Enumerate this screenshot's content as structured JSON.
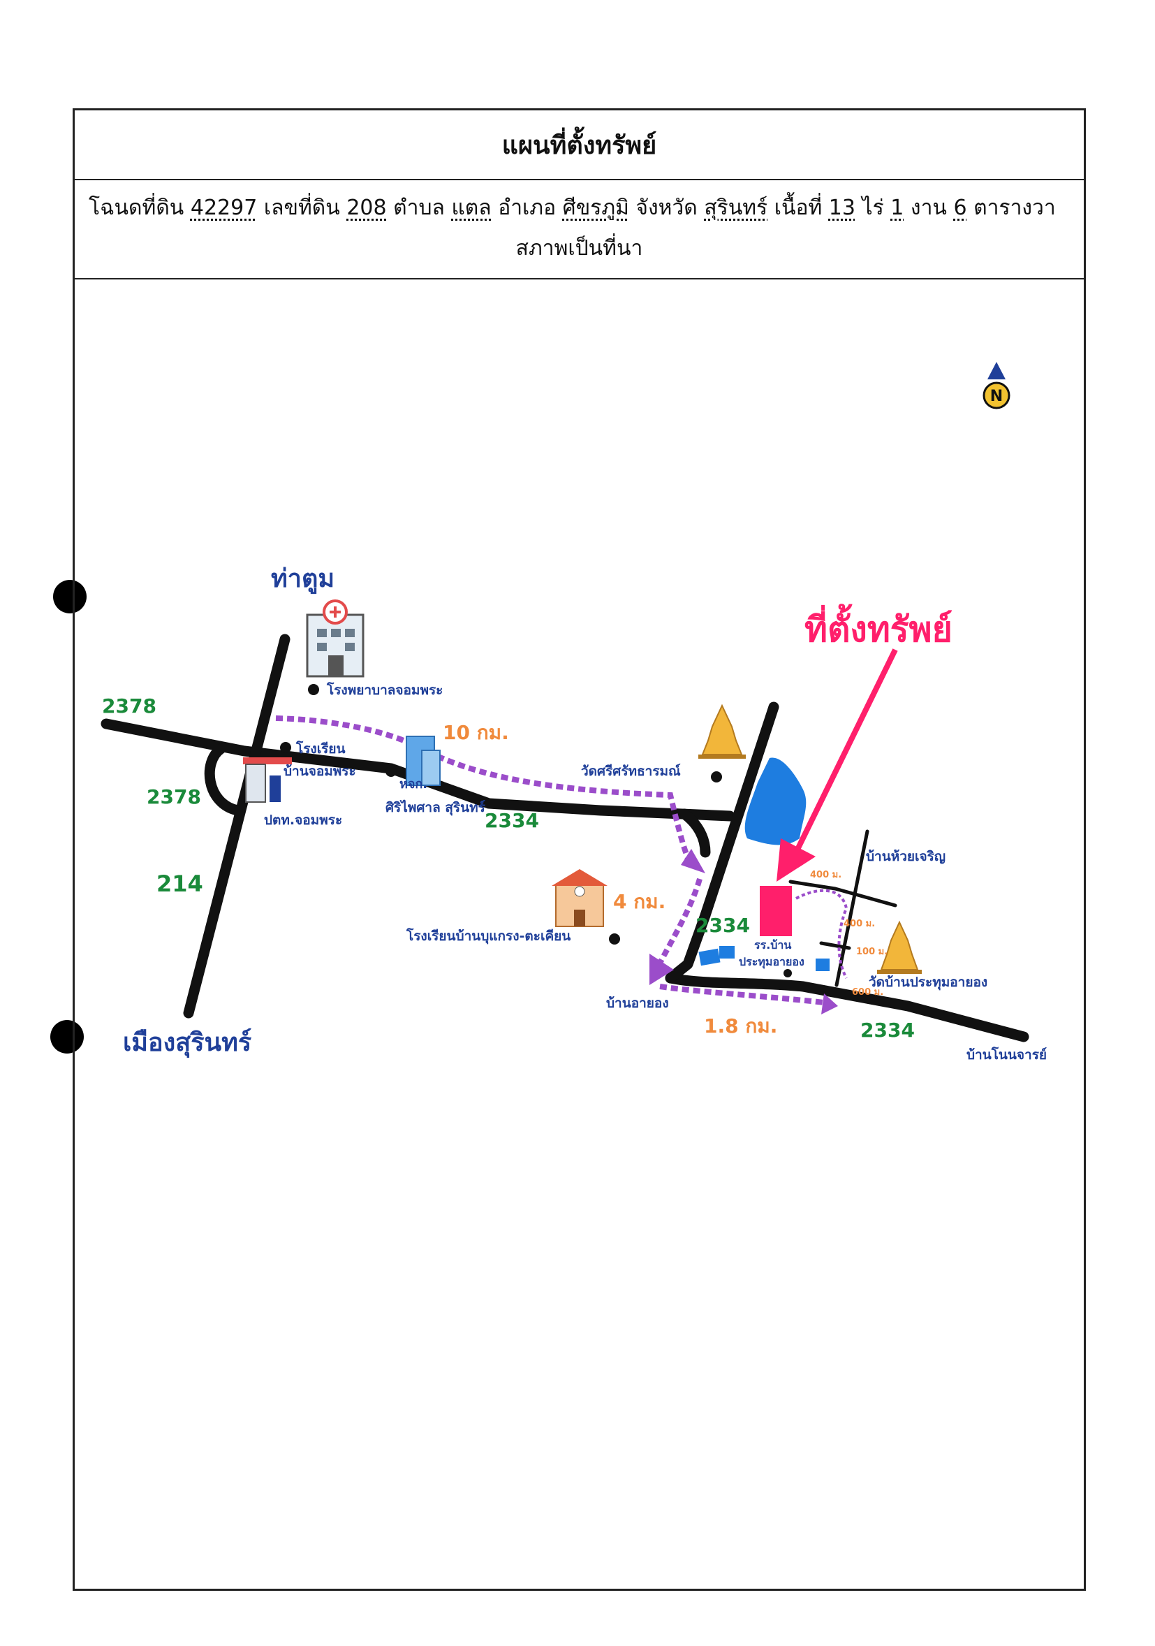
{
  "document": {
    "title": "แผนที่ตั้งทรัพย์",
    "info": {
      "deed_label": "โฉนดที่ดิน",
      "deed_no": "42297",
      "land_no_label": "เลขที่ดิน",
      "land_no": "208",
      "subdistrict_label": "ตำบล",
      "subdistrict": "แตล",
      "district_label": "อำเภอ",
      "district": "ศีขรภูมิ",
      "province_label": "จังหวัด",
      "province": "สุรินทร์",
      "area_label": "เนื้อที่",
      "rai": "13",
      "rai_label": "ไร่",
      "ngan": "1",
      "ngan_label": "งาน",
      "wa": "6",
      "wa_label": "ตารางวา",
      "condition": "สภาพเป็นที่นา"
    }
  },
  "map": {
    "north_letter": "N",
    "property_heading": "ที่ตั้งทรัพย์",
    "places": {
      "tha_tum": "ท่าตูม",
      "mueang_surin": "เมืองสุรินทร์",
      "hospital": "โรงพยาบาลจอมพระ",
      "school_chom_phra_1": "โรงเรียน",
      "school_chom_phra_2": "บ้านจอมพระ",
      "bank_1": "หจก.",
      "bank_2": "ศิริไพศาล สุรินทร์",
      "gas_station": "ปตท.จอมพระ",
      "temple_sri": "วัดศรีศรัทธารมณ์",
      "school_bu_kraeng": "โรงเรียนบ้านบุแกรง-ตะเคียน",
      "ban_huai_charoen": "บ้านห้วยเจริญ",
      "school_prathum_1": "รร.บ้าน",
      "school_prathum_2": "ประทุมอายอง",
      "temple_prathum": "วัดบ้านประทุมอายอง",
      "ban_a_yong": "บ้านอายอง",
      "ban_non_chan": "บ้านโนนจารย์"
    },
    "roads": {
      "r2378_top": "2378",
      "r2378_left": "2378",
      "r214": "214",
      "r2334_a": "2334",
      "r2334_b": "2334",
      "r2334_c": "2334"
    },
    "distances": {
      "d10km": "10 กม.",
      "d4km": "4 กม.",
      "d18km": "1.8 กม.",
      "d400a": "400 ม.",
      "d400b": "400 ม.",
      "d100": "100 ม.",
      "d600": "600 ม."
    },
    "colors": {
      "road": "#111111",
      "route": "#9b4dca",
      "place_text": "#1f3f99",
      "road_num": "#1a8a3a",
      "distance": "#f08a3c",
      "property": "#ff1f6b",
      "water": "#1e7de0"
    }
  }
}
